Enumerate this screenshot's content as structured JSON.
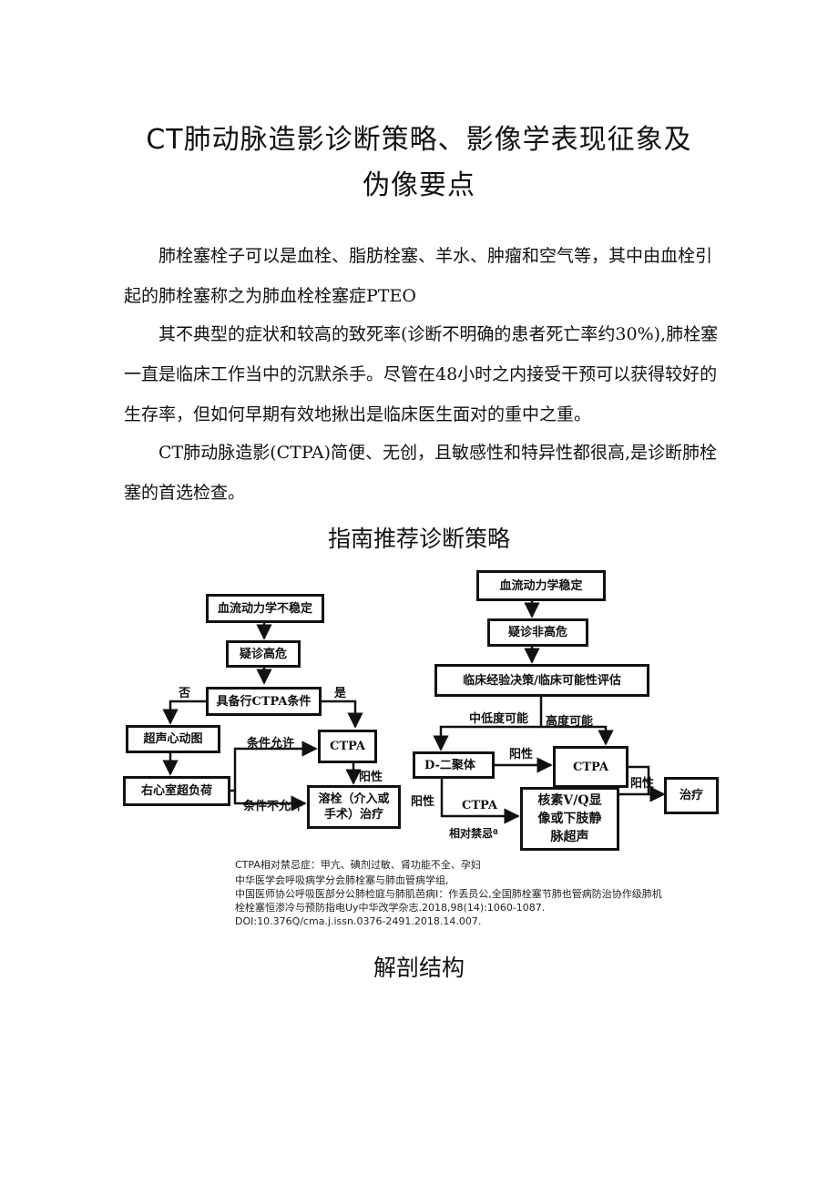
{
  "title": {
    "line1": "CT肺动脉造影诊断策略、影像学表现征象及",
    "line2": "伪像要点"
  },
  "paragraphs": [
    "肺栓塞栓子可以是血栓、脂肪栓塞、羊水、肿瘤和空气等，其中由血栓引起的肺栓塞称之为肺血栓栓塞症PTEO",
    "其不典型的症状和较高的致死率(诊断不明确的患者死亡率约30%),肺栓塞一直是临床工作当中的沉默杀手。尽管在48小时之内接受干预可以获得较好的生存率，但如何早期有效地揪出是临床医生面对的重中之重。",
    "CT肺动脉造影(CTPA)简便、无创，且敏感性和特异性都很高,是诊断肺栓塞的首选检查。"
  ],
  "section1": "指南推荐诊断策略",
  "flow_left": {
    "unstable": "血流动力学不稳定",
    "suspect_high": "疑诊高危",
    "ctpa_cond": "具备行CTPA条件",
    "no": "否",
    "yes": "是",
    "echo": "超声心动图",
    "rv_overload": "右心室超负荷",
    "allowed": "条件允许",
    "not_allowed": "条件不允许",
    "ctpa": "CTPA",
    "positive": "阳性",
    "thrombolysis": "溶栓（介入或手术）治疗"
  },
  "flow_right": {
    "stable": "血流动力学稳定",
    "suspect_nonhigh": "疑诊非高危",
    "clinical_eval": "临床经验决策/临床可能性评估",
    "low_mid": "中低度可能",
    "high": "高度可能",
    "ddimer": "D-二聚体",
    "positive1": "阳性",
    "ctpa": "CTPA",
    "positive2": "阳性",
    "treatment": "治疗",
    "positive3": "阳性",
    "ctpa2": "CTPA",
    "contra": "相对禁忌ª",
    "vq": "核素V/Q显像或下肢静脉超声"
  },
  "notes": {
    "contra_line": "CTPA相对禁忌症：甲亢、碘剂过敏、肾功能不全、孕妇",
    "line2": "中华医学会呼吸病学分会肺栓塞与肺血管病学组,",
    "line3": "中国医师协公呼吸医部分公肺检庭与肺肌芭病I：作丢员公,全国肺栓塞节肺也管病防治协作级肺机",
    "line4": "栓栓塞恒渗冷与预防指电Uy中华改学杂志.2018,98(14):1060-1087.",
    "line5": "DOI:10.376Q∕cma.j.issn.0376-2491.2018.14.007."
  },
  "section2": "解剖结构"
}
